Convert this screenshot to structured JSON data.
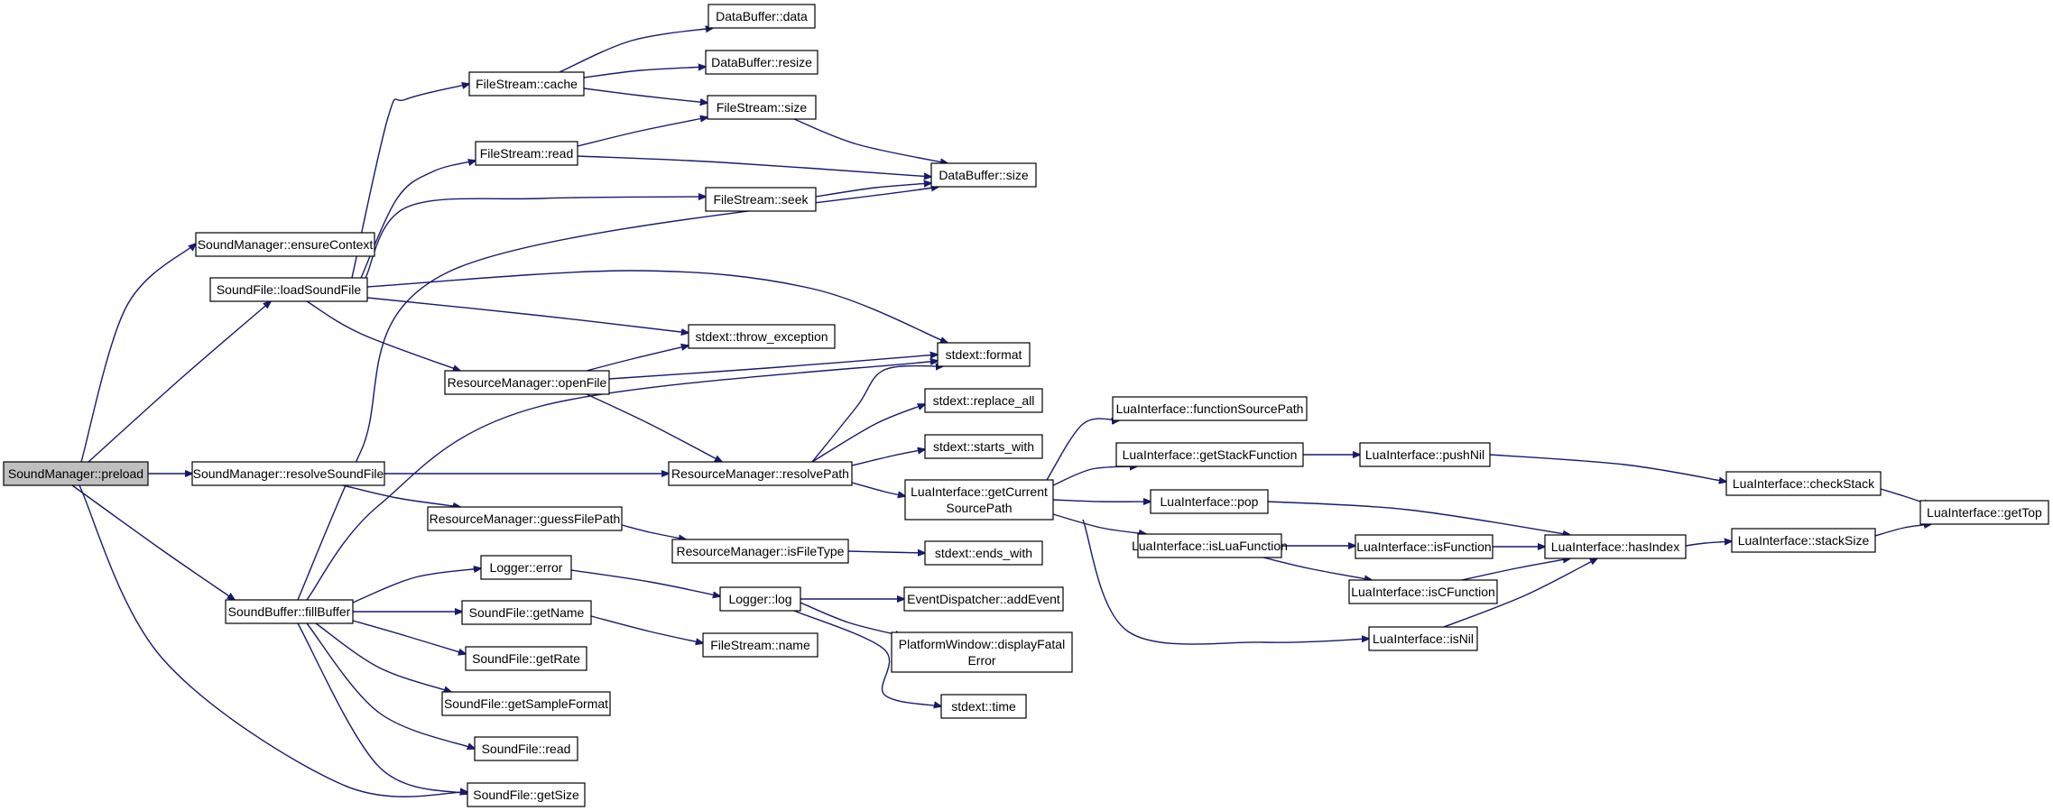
{
  "diagram": {
    "kind": "call-graph",
    "colors": {
      "edge": "#191970",
      "root_fill": "#bfbfbf",
      "node_fill": "#ffffff",
      "node_border": "#000000"
    },
    "nodes": {
      "n_preload": "SoundManager::preload",
      "n_ensureContext": "SoundManager::ensureContext",
      "n_loadSoundFile": "SoundFile::loadSoundFile",
      "n_resolveSoundFile": "SoundManager::resolveSoundFile",
      "n_fillBuffer": "SoundBuffer::fillBuffer",
      "n_fs_cache": "FileStream::cache",
      "n_fs_read": "FileStream::read",
      "n_fs_seek": "FileStream::seek",
      "n_fs_size": "FileStream::size",
      "n_db_data": "DataBuffer::data",
      "n_db_resize": "DataBuffer::resize",
      "n_db_size": "DataBuffer::size",
      "n_throw": "stdext::throw_exception",
      "n_format": "stdext::format",
      "n_openFile": "ResourceManager::openFile",
      "n_resolvePath": "ResourceManager::resolvePath",
      "n_guessFilePath": "ResourceManager::guessFilePath",
      "n_isFileType": "ResourceManager::isFileType",
      "n_replace_all": "stdext::replace_all",
      "n_starts_with": "stdext::starts_with",
      "n_ends_with": "stdext::ends_with",
      "n_getCurrentSourcePath": "LuaInterface::getCurrent SourcePath",
      "n_functionSourcePath": "LuaInterface::functionSourcePath",
      "n_getStackFunction": "LuaInterface::getStackFunction",
      "n_pop": "LuaInterface::pop",
      "n_isLuaFunction": "LuaInterface::isLuaFunction",
      "n_pushNil": "LuaInterface::pushNil",
      "n_isFunction": "LuaInterface::isFunction",
      "n_isCFunction": "LuaInterface::isCFunction",
      "n_isNil": "LuaInterface::isNil",
      "n_hasIndex": "LuaInterface::hasIndex",
      "n_checkStack": "LuaInterface::checkStack",
      "n_stackSize": "LuaInterface::stackSize",
      "n_getTop": "LuaInterface::getTop",
      "n_logger_error": "Logger::error",
      "n_logger_log": "Logger::log",
      "n_addEvent": "EventDispatcher::addEvent",
      "n_displayFatal": "PlatformWindow::displayFatal Error",
      "n_time": "stdext::time",
      "n_fs_name": "FileStream::name",
      "n_getName": "SoundFile::getName",
      "n_getRate": "SoundFile::getRate",
      "n_getSampleFormat": "SoundFile::getSampleFormat",
      "n_sf_read": "SoundFile::read",
      "n_getSize": "SoundFile::getSize"
    }
  }
}
